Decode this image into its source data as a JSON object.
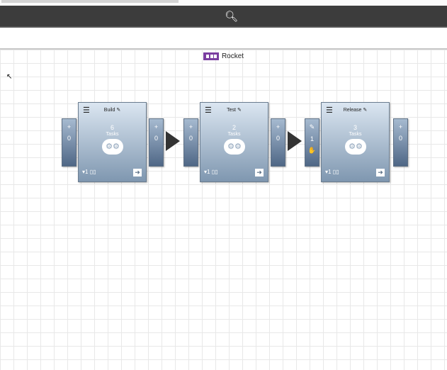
{
  "header": {
    "search_icon": "search-icon"
  },
  "pipeline": {
    "name": "Rocket",
    "icon": "pipeline-icon",
    "accent": "#7a3ea0"
  },
  "stages": [
    {
      "name": "Build",
      "task_count": "6",
      "tasks_label": "Tasks",
      "version": "▾1",
      "pre_gate": {
        "symbol": "+",
        "count": "0"
      },
      "post_gate": {
        "symbol": "+",
        "count": "0"
      }
    },
    {
      "name": "Test",
      "task_count": "2",
      "tasks_label": "Tasks",
      "version": "▾1",
      "pre_gate": {
        "symbol": "+",
        "count": "0"
      },
      "post_gate": {
        "symbol": "+",
        "count": "0"
      }
    },
    {
      "name": "Release",
      "task_count": "3",
      "tasks_label": "Tasks",
      "version": "▾1",
      "pre_gate": {
        "symbol": "✎",
        "count": "1",
        "extra": "✋"
      },
      "post_gate": {
        "symbol": "+",
        "count": "0"
      }
    }
  ]
}
